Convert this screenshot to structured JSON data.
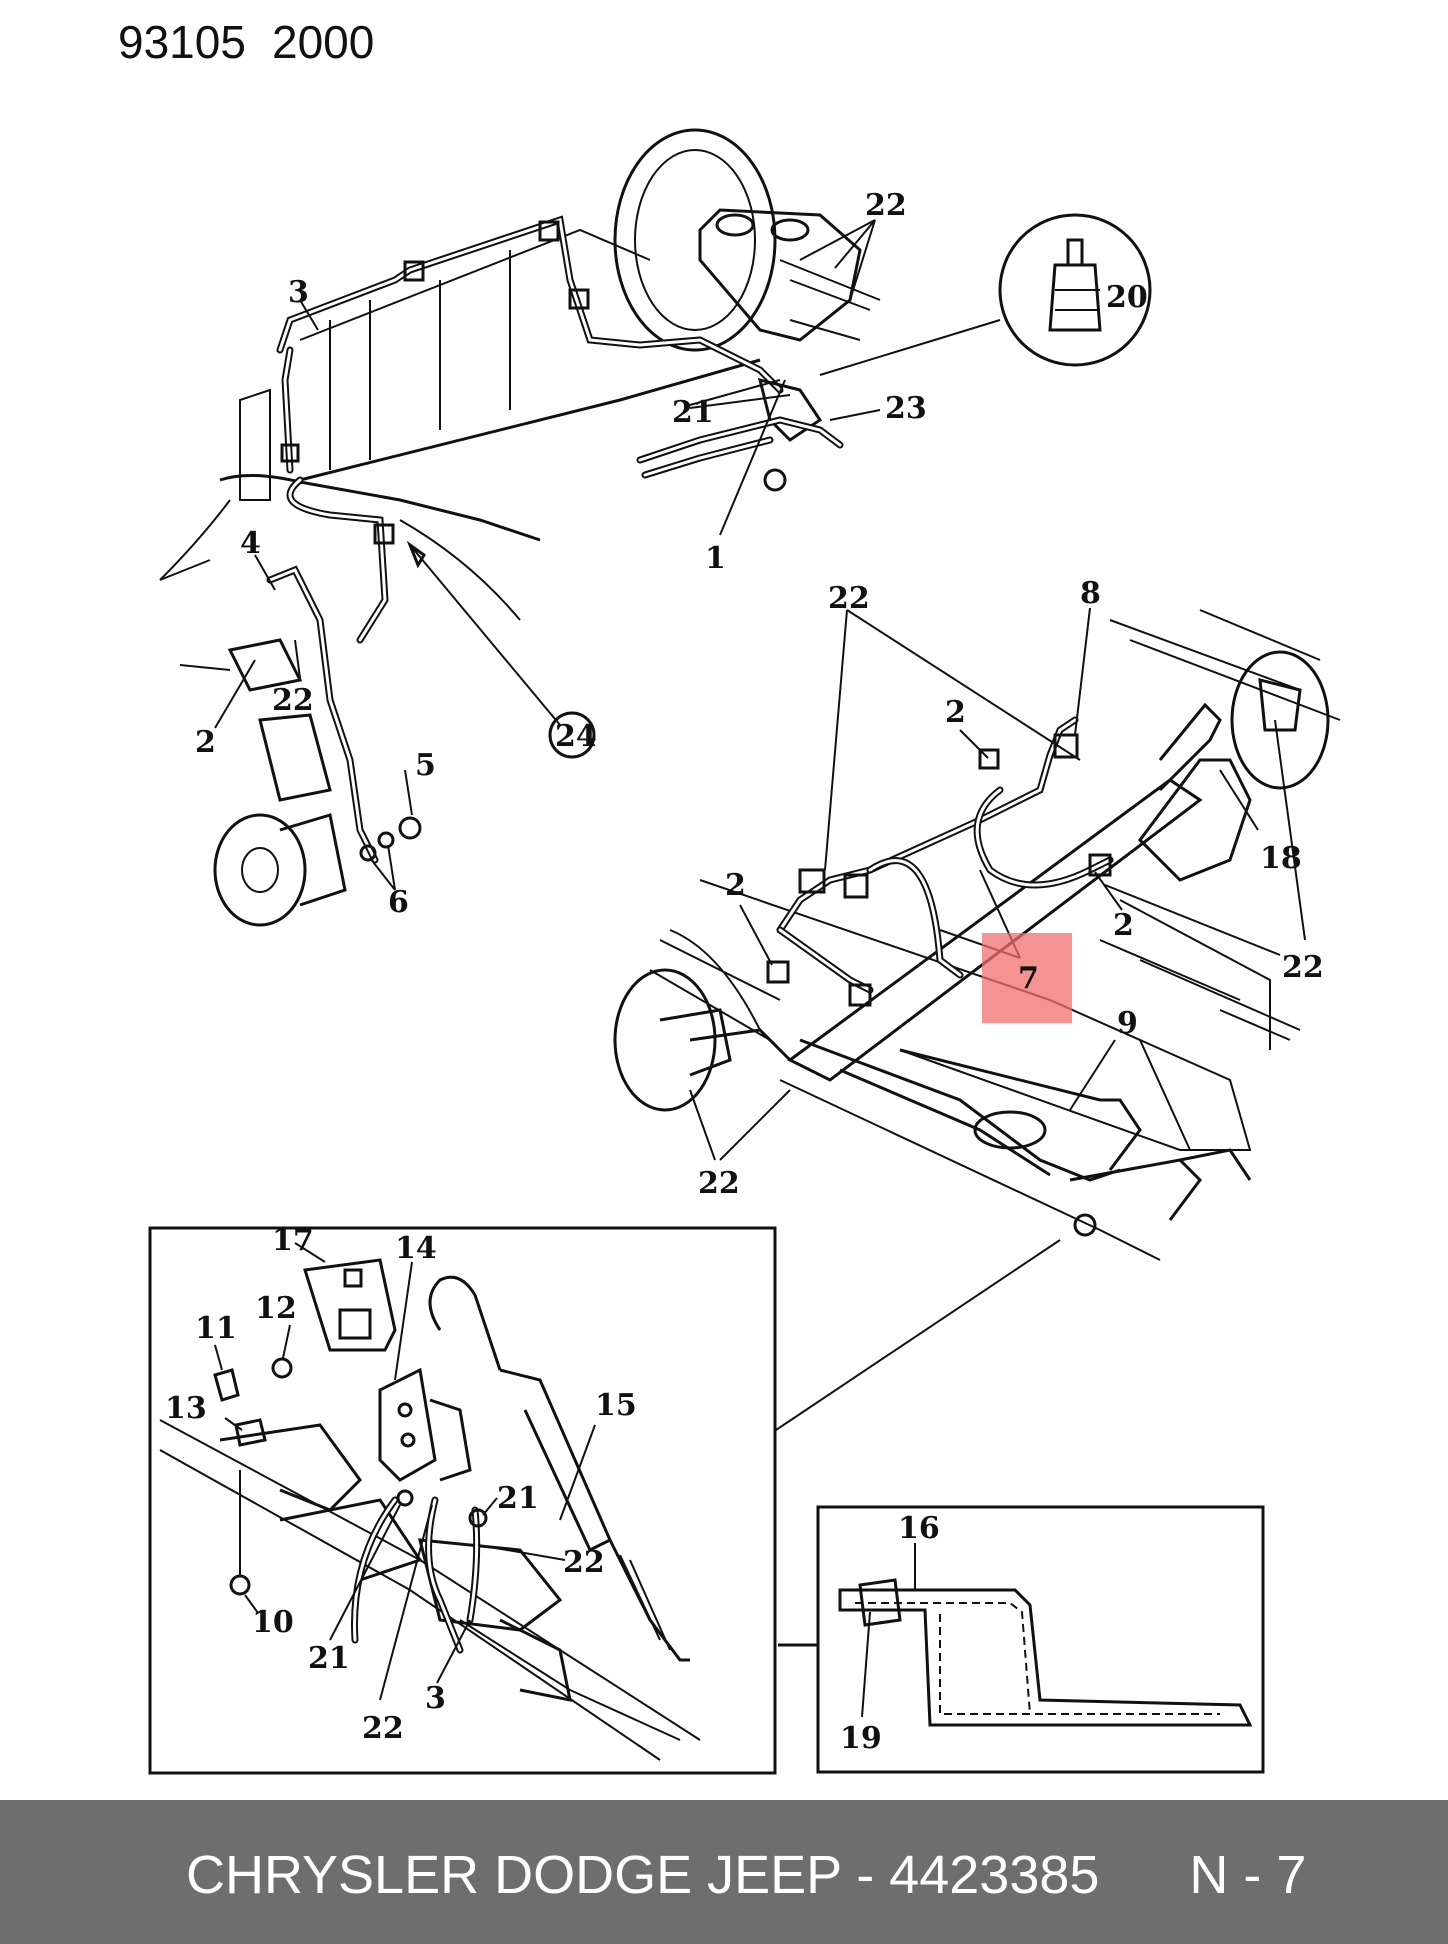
{
  "document": {
    "code": "93105",
    "year": "2000"
  },
  "callouts": {
    "c1": "1",
    "c2": "2",
    "c3": "3",
    "c4": "4",
    "c5": "5",
    "c6": "6",
    "c7": "7",
    "c8": "8",
    "c9": "9",
    "c10": "10",
    "c11": "11",
    "c12": "12",
    "c13": "13",
    "c14": "14",
    "c15": "15",
    "c16": "16",
    "c17": "17",
    "c18": "18",
    "c19": "19",
    "c20": "20",
    "c21": "21",
    "c22": "22",
    "c23": "23",
    "c24": "24"
  },
  "highlight": {
    "part": "7",
    "color": "#f26d6d"
  },
  "footer": {
    "text": "CHRYSLER DODGE JEEP - 4423385      N - 7"
  },
  "colors": {
    "footer_bg": "#6e6e6e",
    "line": "#111111"
  }
}
